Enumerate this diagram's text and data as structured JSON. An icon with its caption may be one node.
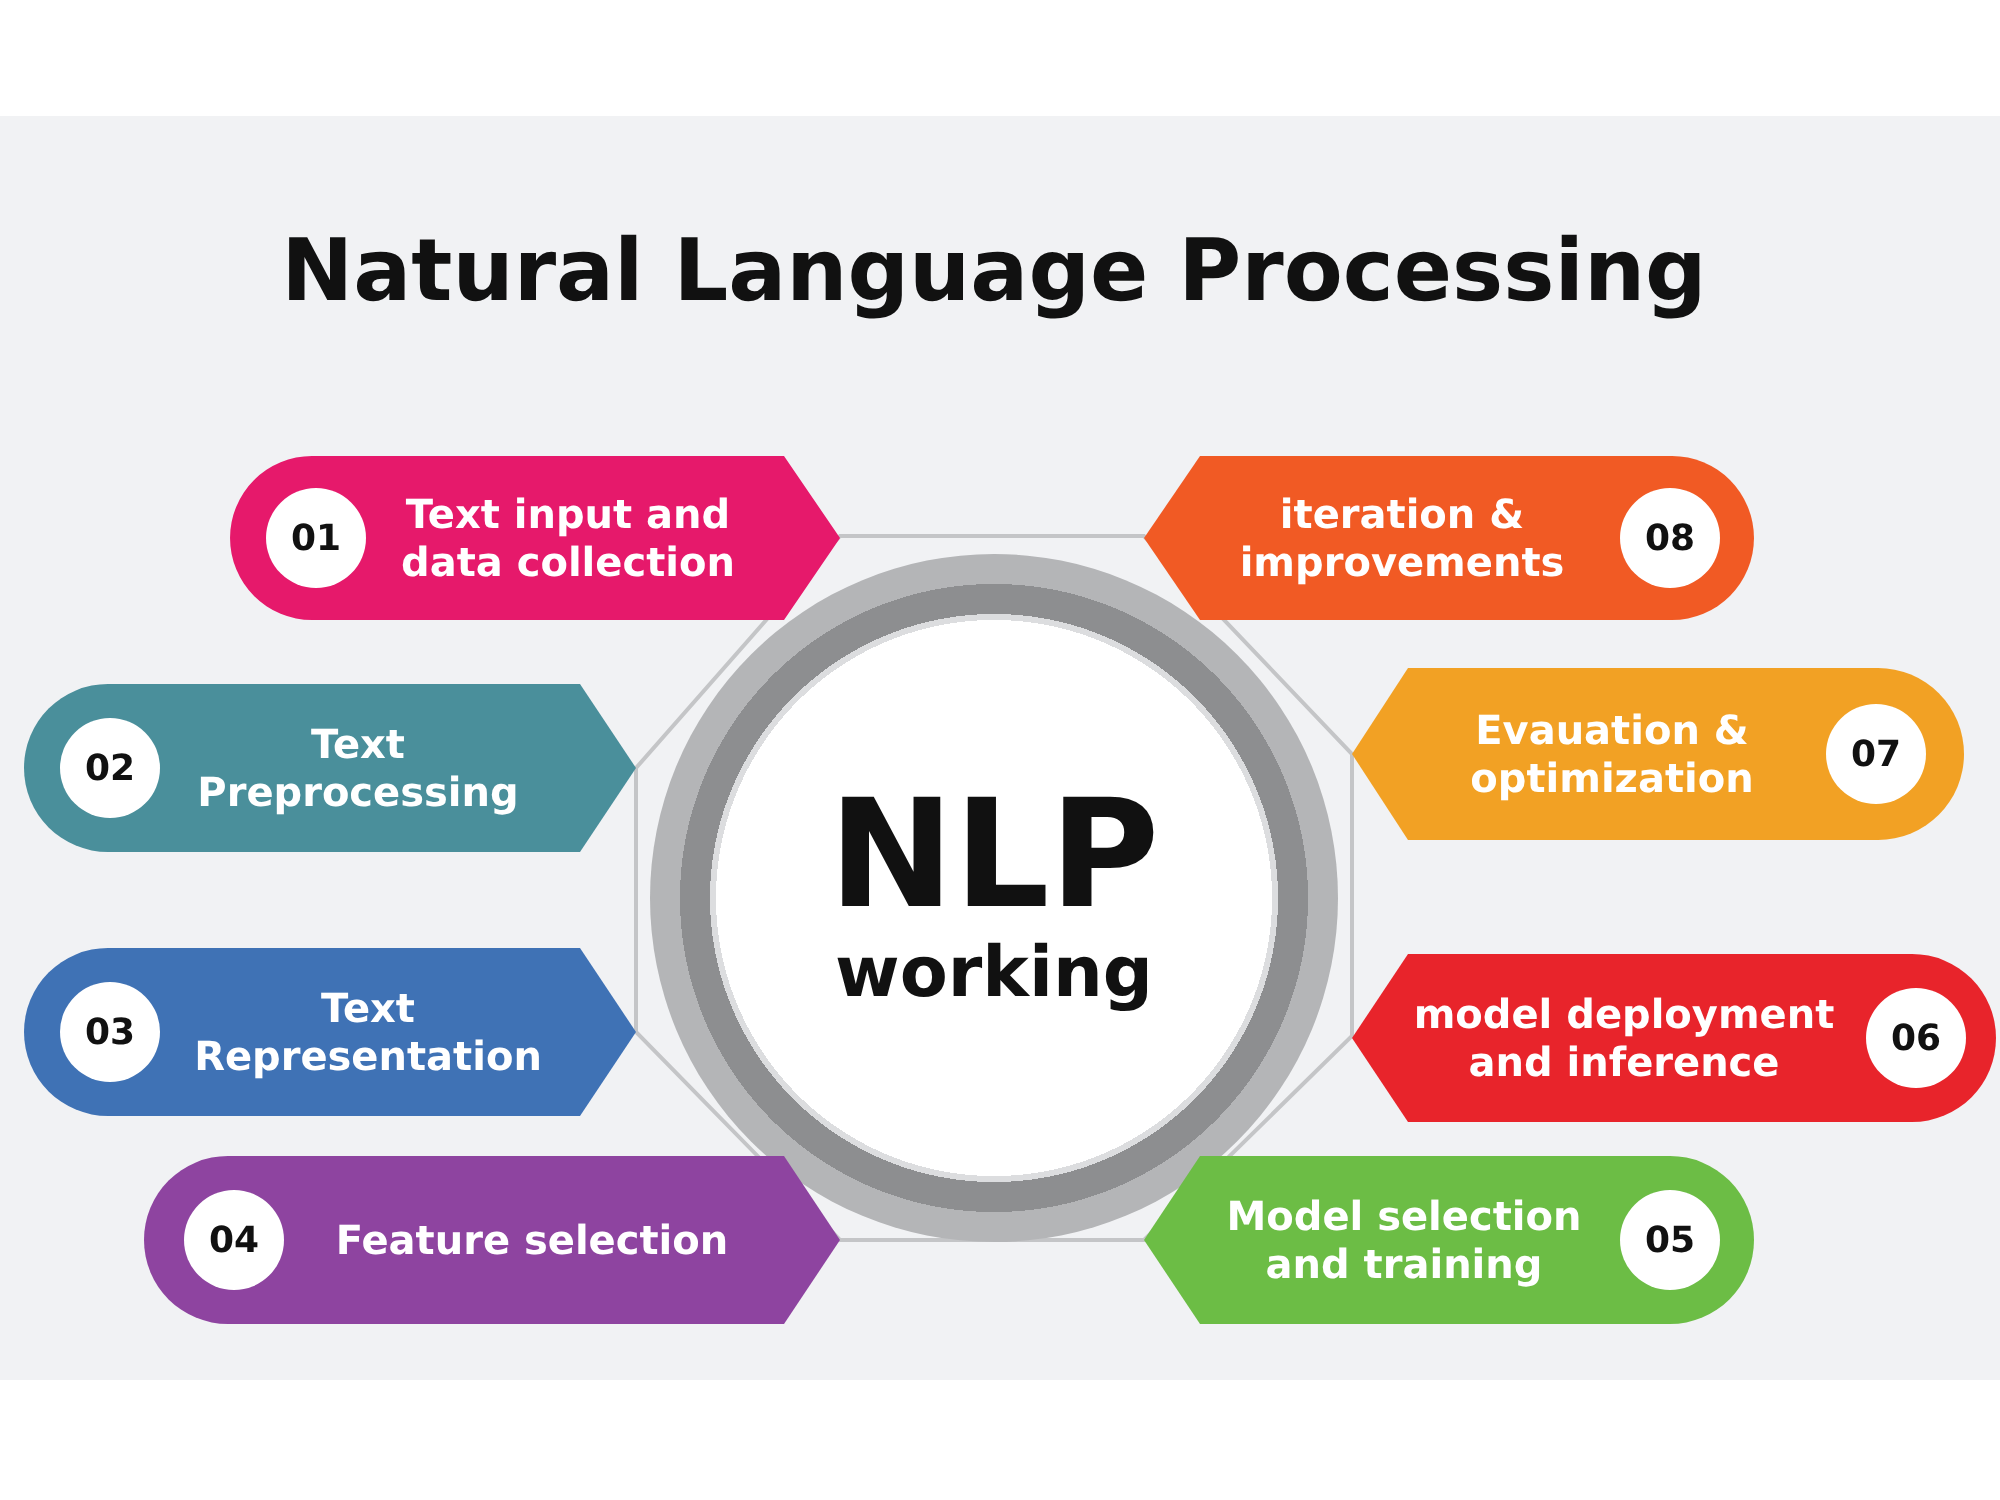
{
  "diagram": {
    "title": "Natural Language Processing",
    "nodes": [
      {
        "text": [
          "NLP",
          "working"
        ]
      },
      {
        "text": [
          "Text input and data collection"
        ]
      },
      {
        "text": [
          "01"
        ],
        "in": 1
      },
      {
        "text": [
          "Text Preprocessing"
        ]
      },
      {
        "text": [
          "02"
        ],
        "in": 3
      },
      {
        "text": [
          "Text Representation"
        ]
      },
      {
        "text": [
          "03"
        ],
        "in": 5
      },
      {
        "text": [
          "Feature selection"
        ]
      },
      {
        "text": [
          "04"
        ],
        "in": 7
      },
      {
        "text": [
          "Model selection and training"
        ]
      },
      {
        "text": [
          "05"
        ],
        "in": 9
      },
      {
        "text": [
          "model deployment and inference"
        ]
      },
      {
        "text": [
          "06"
        ],
        "in": 11
      },
      {
        "text": [
          "Evauation & optimization"
        ]
      },
      {
        "text": [
          "07"
        ],
        "in": 13
      },
      {
        "text": [
          "iteration & improvements"
        ]
      },
      {
        "text": [
          "08"
        ],
        "in": 15
      }
    ]
  }
}
